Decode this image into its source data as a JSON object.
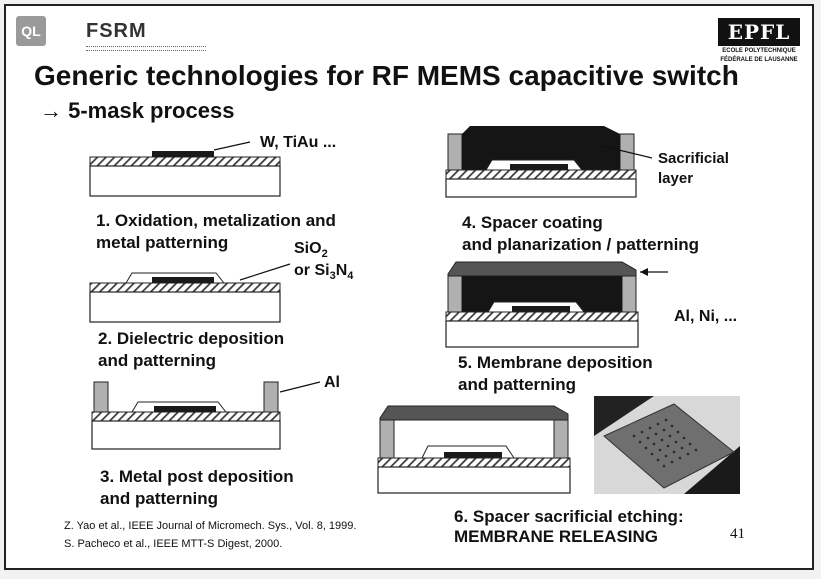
{
  "header": {
    "left_logo_text": "QL",
    "brand": "FSRM",
    "epfl_logo": "EPFL",
    "epfl_sub_1": "ECOLE POLYTECHNIQUE",
    "epfl_sub_2": "FÉDÉRALE DE LAUSANNE"
  },
  "title": "Generic technologies for RF MEMS capacitive switch",
  "subtitle": "→ 5-mask process",
  "steps": [
    {
      "line1": "1. Oxidation, metalization and",
      "line2": "metal patterning"
    },
    {
      "line1": "2. Dielectric deposition",
      "line2": "and patterning"
    },
    {
      "line1": "3. Metal post deposition",
      "line2": "and patterning"
    },
    {
      "line1": "4. Spacer coating",
      "line2": "and planarization / patterning"
    },
    {
      "line1": "5. Membrane deposition",
      "line2": "and patterning"
    },
    {
      "line1": "6. Spacer sacrificial etching:",
      "line2": "MEMBRANE RELEASING"
    }
  ],
  "labels": {
    "metal": "W, TiAu ...",
    "dielectric_a": "SiO",
    "dielectric_a_sub": "2",
    "dielectric_b": "or Si",
    "dielectric_b_sub1": "3",
    "dielectric_b_mid": "N",
    "dielectric_b_sub2": "4",
    "post": "Al",
    "sacrificial_1": "Sacrificial",
    "sacrificial_2": "layer",
    "membrane": "Al, Ni, ..."
  },
  "references": [
    "Z. Yao et al., IEEE Journal of Micromech. Sys., Vol. 8, 1999.",
    "S. Pacheco et al., IEEE MTT-S Digest, 2000."
  ],
  "page_number": "41",
  "colors": {
    "substrate_fill": "#ffffff",
    "oxide_hatch": "#3a3a3a",
    "metal": "#1a1a1a",
    "post": "#b0b0b0",
    "sacrificial": "#151515",
    "membrane": "#555555"
  }
}
